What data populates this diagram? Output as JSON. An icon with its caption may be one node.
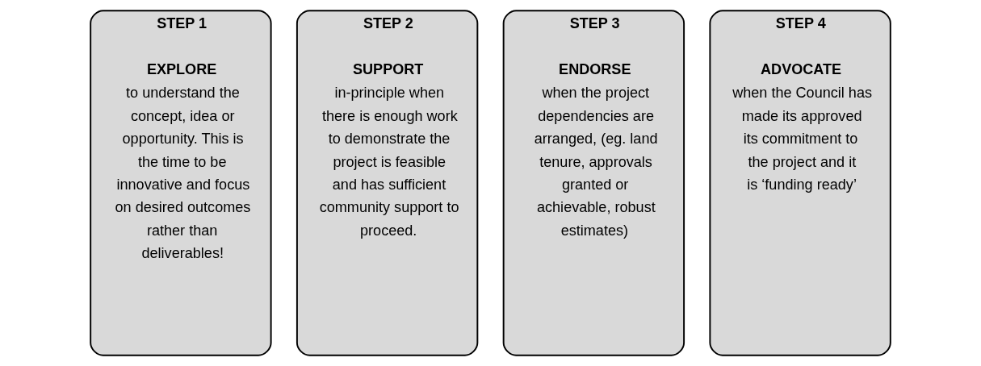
{
  "diagram": {
    "nodes": [
      {
        "text": [
          "STEP 1",
          "EXPLORE",
          "to understand the concept, idea or opportunity. This is the time to be innovative and focus on desired outcomes rather than deliverables!"
        ]
      },
      {
        "text": [
          "STEP 2",
          "SUPPORT",
          "in-principle when there is enough work to demonstrate the project is feasible and has sufficient community support to proceed."
        ]
      },
      {
        "text": [
          "STEP 3",
          "ENDORSE",
          "when the project dependencies are arranged, (eg. land tenure, approvals granted or achievable, robust estimates)"
        ]
      },
      {
        "text": [
          "STEP 4",
          "ADVOCATE",
          "when the Council has made its approved its commitment to the project and it is ‘funding ready’"
        ]
      }
    ],
    "edges": []
  }
}
